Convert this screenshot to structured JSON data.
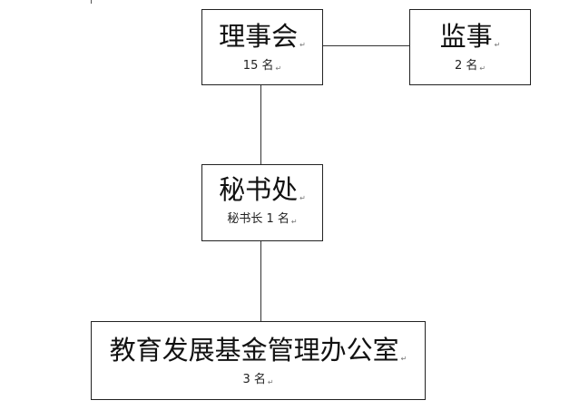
{
  "org_chart": {
    "board": {
      "title": "理事会",
      "detail": "15 名"
    },
    "supervisor": {
      "title": "监事",
      "detail": "2 名"
    },
    "secretariat": {
      "title": "秘书处",
      "detail": "秘书长 1 名"
    },
    "office": {
      "title": "教育发展基金管理办公室",
      "detail": "3 名"
    }
  },
  "paragraph_mark": "↵"
}
